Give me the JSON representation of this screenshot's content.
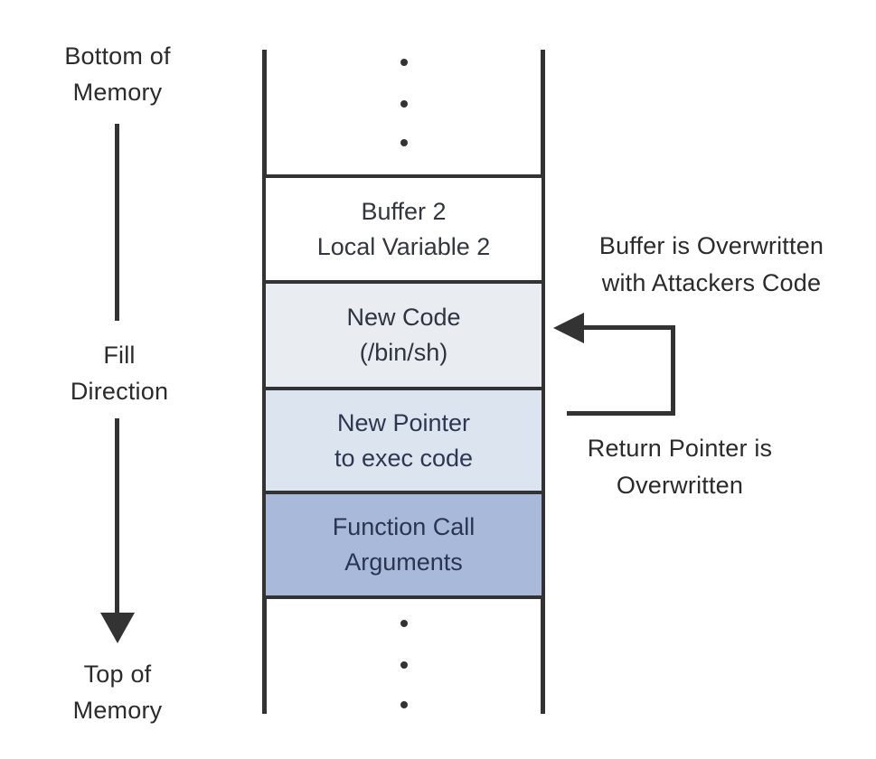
{
  "figure": {
    "background": "#ffffff",
    "line_color": "#333333",
    "text_color": "#2b2b2b"
  },
  "memory_axis": {
    "bottom_label": "Bottom of\nMemory",
    "direction_label": "Fill\nDirection",
    "top_label": "Top of\nMemory"
  },
  "stack": {
    "cells": [
      {
        "label": "Buffer 2\nLocal Variable 2",
        "fill": "#ffffff",
        "text_color": "#33363e"
      },
      {
        "label": "New Code\n(/bin/sh)",
        "fill": "#e9edf2",
        "text_color": "#2e3440"
      },
      {
        "label": "New Pointer\nto exec code",
        "fill": "#dce4f0",
        "text_color": "#2e3750"
      },
      {
        "label": "Function Call\nArguments",
        "fill": "#a9b9da",
        "text_color": "#2a3552"
      }
    ]
  },
  "annotations": {
    "buffer_overwritten": "Buffer is Overwritten\nwith Attackers Code",
    "return_pointer": "Return Pointer is\nOverwritten"
  }
}
